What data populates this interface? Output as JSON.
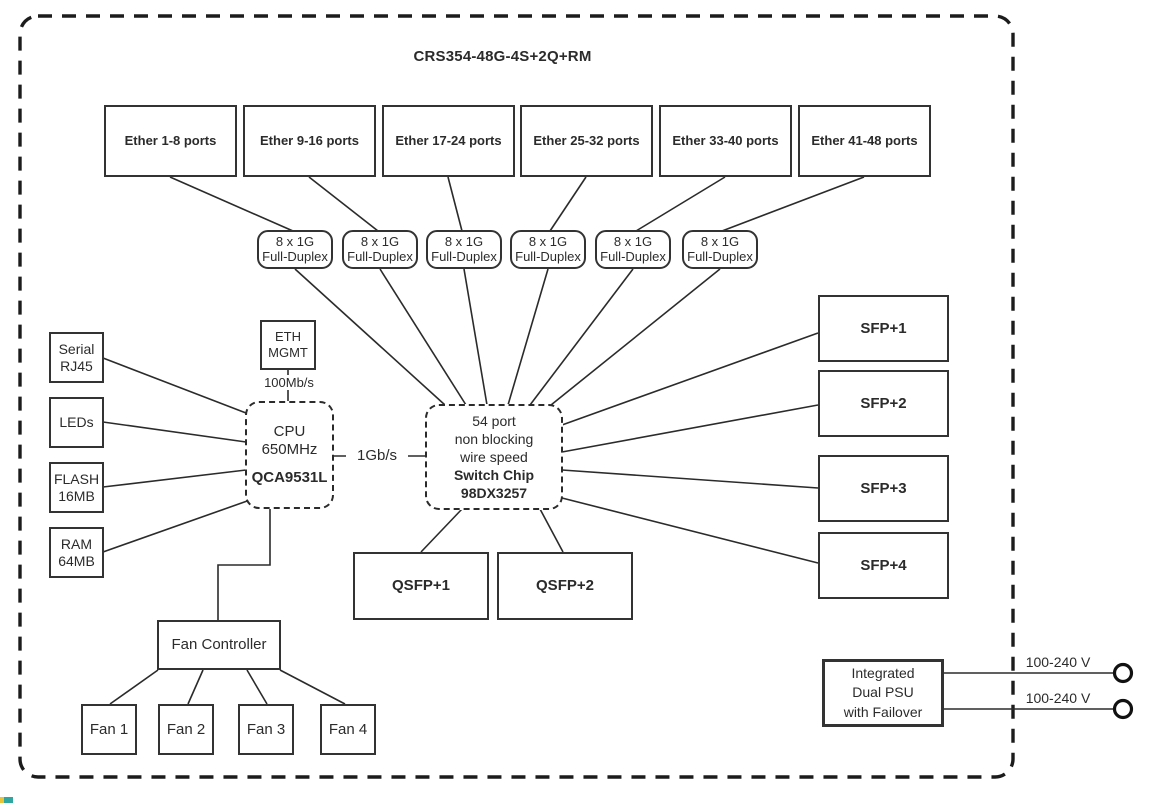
{
  "title": "CRS354-48G-4S+2Q+RM",
  "ether_port_groups": [
    {
      "label": "Ether 1-8 ports"
    },
    {
      "label": "Ether 9-16 ports"
    },
    {
      "label": "Ether 17-24 ports"
    },
    {
      "label": "Ether 25-32 ports"
    },
    {
      "label": "Ether 33-40 ports"
    },
    {
      "label": "Ether 41-48 ports"
    }
  ],
  "phy_links": [
    {
      "label": "8 x 1G\nFull-Duplex"
    },
    {
      "label": "8 x 1G\nFull-Duplex"
    },
    {
      "label": "8 x 1G\nFull-Duplex"
    },
    {
      "label": "8 x 1G\nFull-Duplex"
    },
    {
      "label": "8 x 1G\nFull-Duplex"
    },
    {
      "label": "8 x 1G\nFull-Duplex"
    }
  ],
  "peripherals": [
    {
      "label": "Serial\nRJ45"
    },
    {
      "label": "LEDs"
    },
    {
      "label": "FLASH\n16MB"
    },
    {
      "label": "RAM\n64MB"
    }
  ],
  "eth_mgmt": {
    "label": "ETH\nMGMT",
    "link_speed": "100Mb/s"
  },
  "cpu": {
    "title": "CPU\n650MHz",
    "model": "QCA9531L"
  },
  "cpu_switch_link": {
    "label": "1Gb/s"
  },
  "switch_chip": {
    "description": "54 port\nnon blocking\nwire speed",
    "name": "Switch Chip\n98DX3257"
  },
  "sfp_ports": [
    {
      "label": "SFP+1"
    },
    {
      "label": "SFP+2"
    },
    {
      "label": "SFP+3"
    },
    {
      "label": "SFP+4"
    }
  ],
  "qsfp_ports": [
    {
      "label": "QSFP+1"
    },
    {
      "label": "QSFP+2"
    }
  ],
  "fan_controller": {
    "label": "Fan Controller"
  },
  "fans": [
    {
      "label": "Fan 1"
    },
    {
      "label": "Fan 2"
    },
    {
      "label": "Fan 3"
    },
    {
      "label": "Fan 4"
    }
  ],
  "psu": {
    "label": "Integrated\nDual PSU\nwith Failover"
  },
  "power_inputs": [
    {
      "label": "100-240 V"
    },
    {
      "label": "100-240 V"
    }
  ]
}
